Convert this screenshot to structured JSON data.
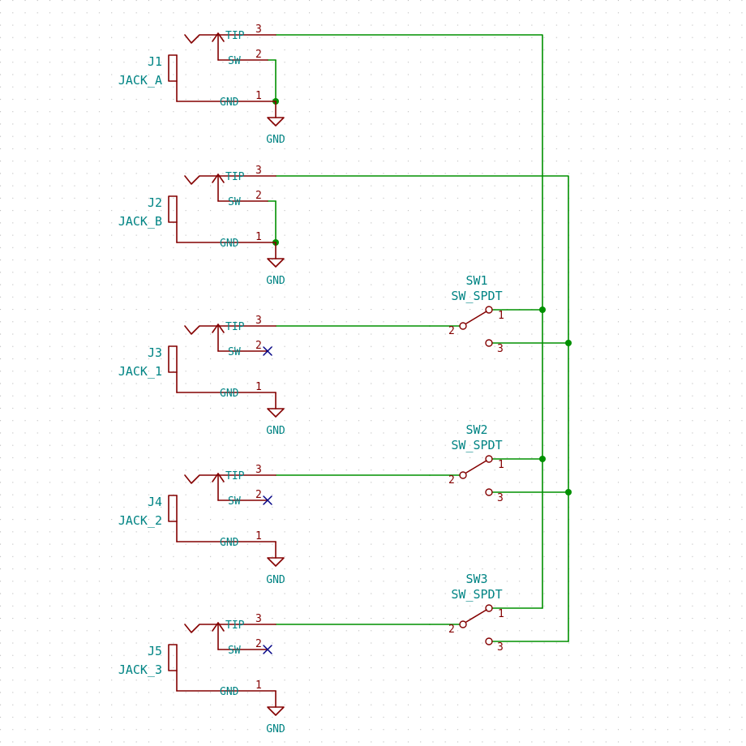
{
  "colors": {
    "wire": "#009000",
    "component": "#840000",
    "label": "#008484",
    "junction": "#009000",
    "no_connect": "#000084",
    "grid": "#bcbcbc",
    "background": "#ffffff"
  },
  "jacks": [
    {
      "ref": "J1",
      "value": "JACK_A",
      "pins": {
        "tip": "TIP",
        "sw": "SW",
        "gnd": "GND",
        "tip_num": "3",
        "sw_num": "2",
        "gnd_num": "1"
      },
      "sw_no_connect": false,
      "power": "GND"
    },
    {
      "ref": "J2",
      "value": "JACK_B",
      "pins": {
        "tip": "TIP",
        "sw": "SW",
        "gnd": "GND",
        "tip_num": "3",
        "sw_num": "2",
        "gnd_num": "1"
      },
      "sw_no_connect": false,
      "power": "GND"
    },
    {
      "ref": "J3",
      "value": "JACK_1",
      "pins": {
        "tip": "TIP",
        "sw": "SW",
        "gnd": "GND",
        "tip_num": "3",
        "sw_num": "2",
        "gnd_num": "1"
      },
      "sw_no_connect": true,
      "power": "GND"
    },
    {
      "ref": "J4",
      "value": "JACK_2",
      "pins": {
        "tip": "TIP",
        "sw": "SW",
        "gnd": "GND",
        "tip_num": "3",
        "sw_num": "2",
        "gnd_num": "1"
      },
      "sw_no_connect": true,
      "power": "GND"
    },
    {
      "ref": "J5",
      "value": "JACK_3",
      "pins": {
        "tip": "TIP",
        "sw": "SW",
        "gnd": "GND",
        "tip_num": "3",
        "sw_num": "2",
        "gnd_num": "1"
      },
      "sw_no_connect": true,
      "power": "GND"
    }
  ],
  "switches": [
    {
      "ref": "SW1",
      "value": "SW_SPDT",
      "pin_common": "2",
      "pin_a": "1",
      "pin_b": "3"
    },
    {
      "ref": "SW2",
      "value": "SW_SPDT",
      "pin_common": "2",
      "pin_a": "1",
      "pin_b": "3"
    },
    {
      "ref": "SW3",
      "value": "SW_SPDT",
      "pin_common": "2",
      "pin_a": "1",
      "pin_b": "3"
    }
  ]
}
